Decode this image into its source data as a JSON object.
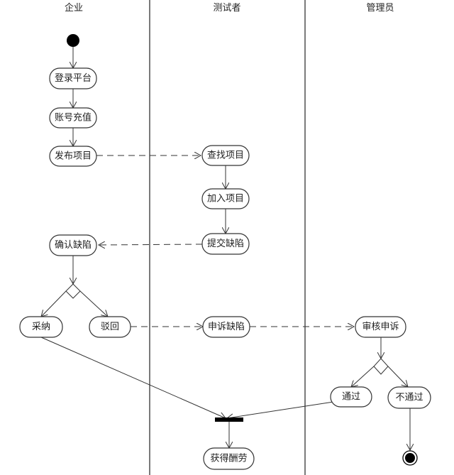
{
  "lanes": {
    "enterprise": "企业",
    "tester": "测试者",
    "admin": "管理员"
  },
  "nodes": {
    "login": "登录平台",
    "recharge": "账号充值",
    "publish": "发布项目",
    "find": "查找项目",
    "join": "加入项目",
    "submit": "提交缺陷",
    "confirm": "确认缺陷",
    "accept": "采纳",
    "reject": "驳回",
    "appeal": "申诉缺陷",
    "review": "审核申诉",
    "pass": "通过",
    "fail": "不通过",
    "reward": "获得酬劳"
  }
}
